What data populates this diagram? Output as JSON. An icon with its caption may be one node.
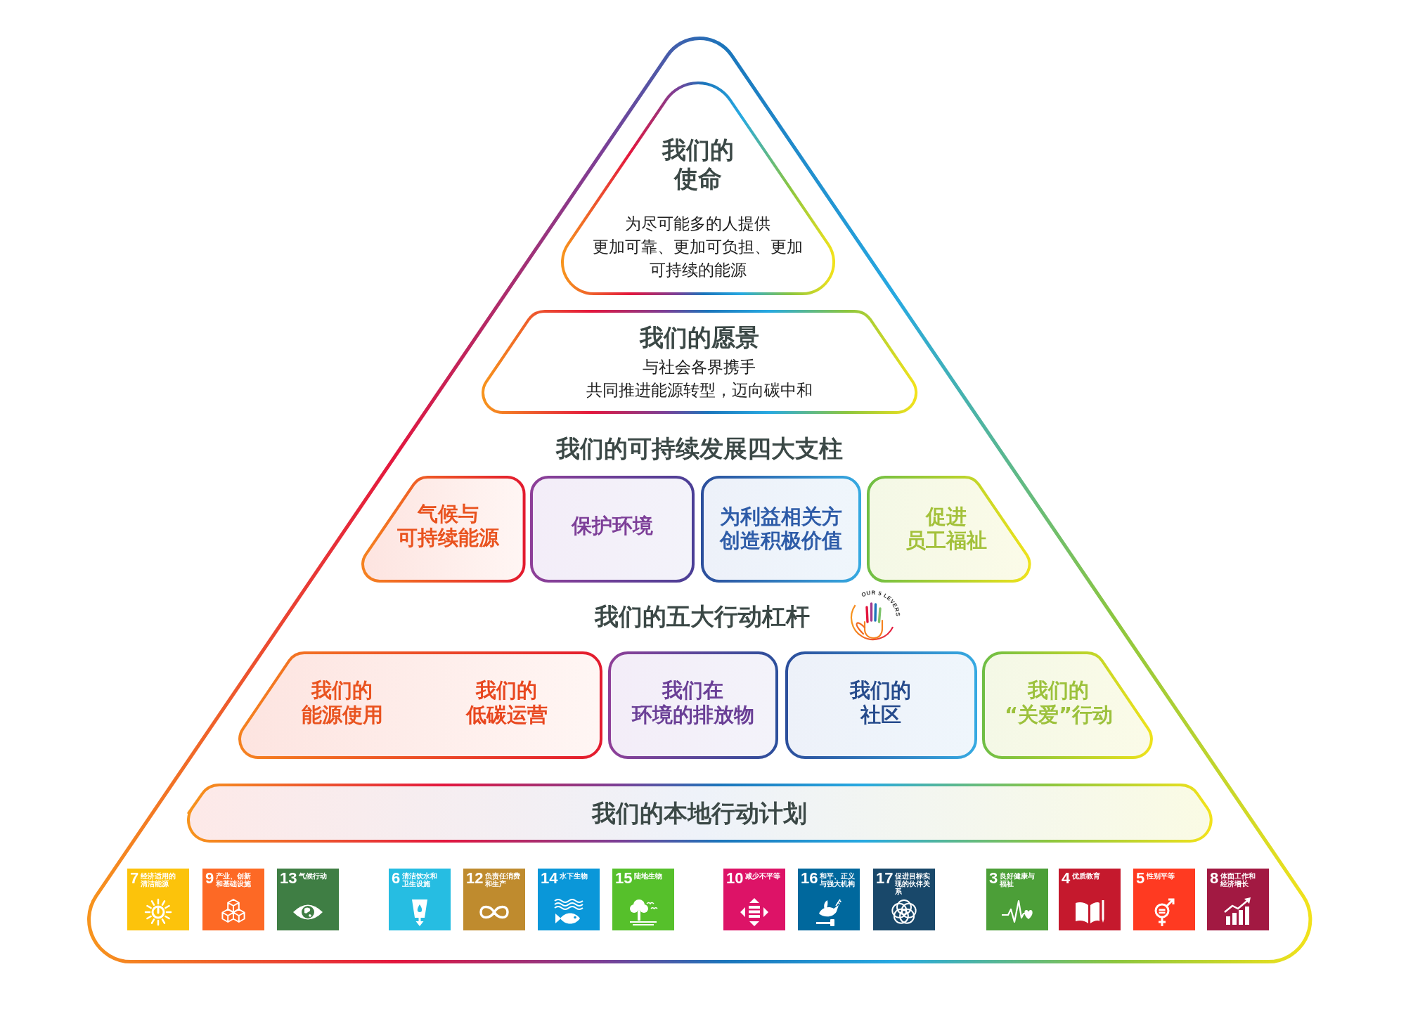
{
  "diagram": {
    "nodes": [
      {
        "text": [],
        "shape": "triangle"
      },
      {
        "text": [
          "我们的使命",
          "为尽可能多的人提供更加可靠、更加可负担、更加可持续的能源"
        ],
        "in": 0
      },
      {
        "text": [
          "我们的愿景",
          "与社会各界携手共同推进能源转型，迈向碳中和"
        ],
        "in": 0
      },
      {
        "text": [
          "气候与可持续能源"
        ],
        "in": 0
      },
      {
        "text": [
          "保护环境"
        ],
        "in": 0
      },
      {
        "text": [
          "为利益相关方创造积极价值"
        ],
        "in": 0
      },
      {
        "text": [
          "促进员工福祉"
        ],
        "in": 0
      },
      {
        "text": [
          "我们的能源使用",
          "我们的低碳运营"
        ],
        "in": 0
      },
      {
        "text": [
          "我们在环境的排放物"
        ],
        "in": 0
      },
      {
        "text": [
          "我们的社区"
        ],
        "in": 0
      },
      {
        "text": [
          "我们的“关爱”行动"
        ],
        "in": 0
      },
      {
        "text": [
          "我们的本地行动计划"
        ],
        "in": 0
      },
      {
        "text": [
          "7",
          "经济适用的清洁能源"
        ],
        "in": 0
      },
      {
        "text": [
          "9",
          "产业、创新和基础设施"
        ],
        "in": 0
      },
      {
        "text": [
          "13",
          "气候行动"
        ],
        "in": 0
      },
      {
        "text": [
          "6",
          "清洁饮水和卫生设施"
        ],
        "in": 0
      },
      {
        "text": [
          "12",
          "负责任消费和生产"
        ],
        "in": 0
      },
      {
        "text": [
          "14",
          "水下生物"
        ],
        "in": 0
      },
      {
        "text": [
          "15",
          "陆地生物"
        ],
        "in": 0
      },
      {
        "text": [
          "10",
          "减少不平等"
        ],
        "in": 0
      },
      {
        "text": [
          "16",
          "和平、正义与强大机构"
        ],
        "in": 0
      },
      {
        "text": [
          "17",
          "促进目标实现的伙伴关系"
        ],
        "in": 0
      },
      {
        "text": [
          "3",
          "良好健康与福祉"
        ],
        "in": 0
      },
      {
        "text": [
          "4",
          "优质教育"
        ],
        "in": 0
      },
      {
        "text": [
          "5",
          "性别平等"
        ],
        "in": 0
      },
      {
        "text": [
          "8",
          "体面工作和经济增长"
        ],
        "in": 0
      }
    ],
    "labels": [
      "我们的可持续发展四大支柱",
      "我们的五大行动杠杆",
      "OUR 5 LEVERS"
    ]
  }
}
